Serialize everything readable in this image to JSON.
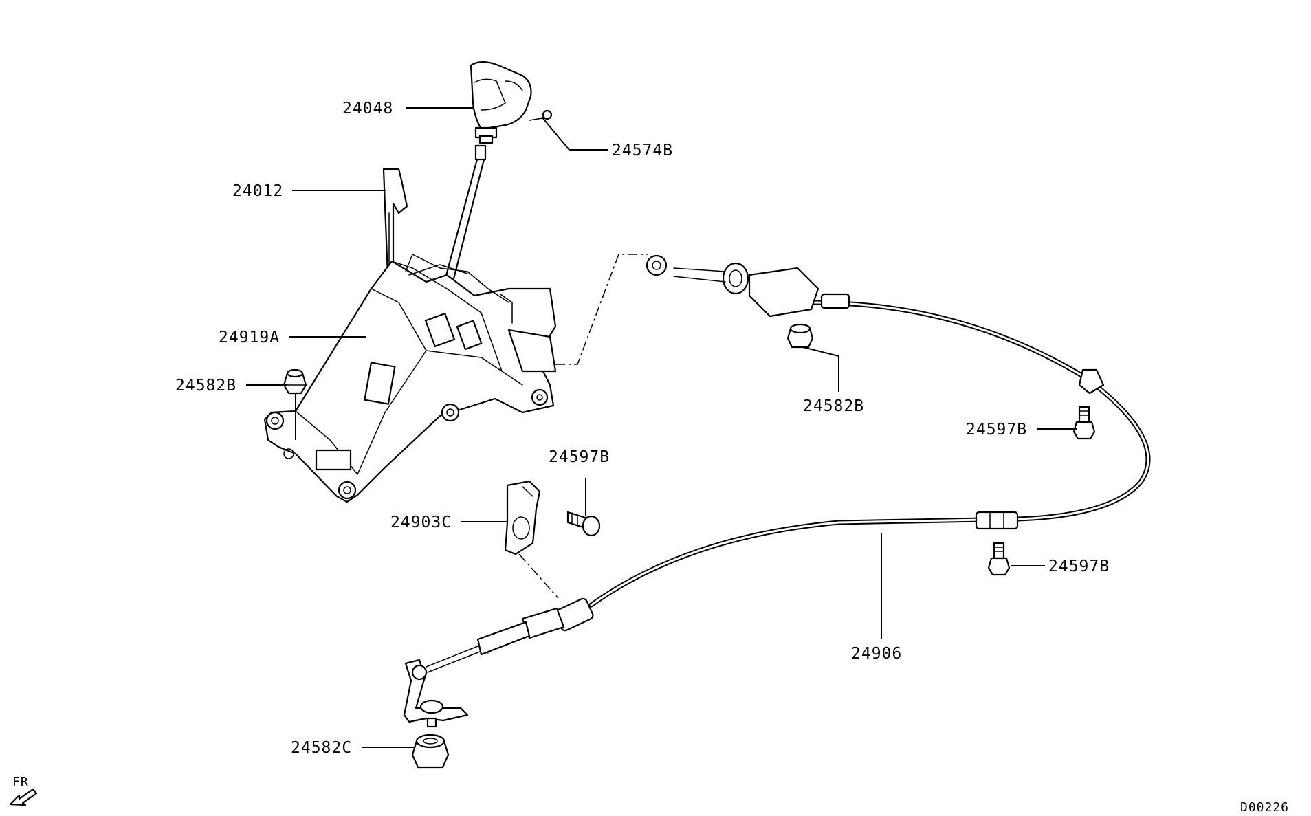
{
  "labels": {
    "p24048": "24048",
    "p24574B": "24574B",
    "p24012": "24012",
    "p24919A": "24919A",
    "p24582B_left": "24582B",
    "p24582B_right": "24582B",
    "p24597B_right": "24597B",
    "p24597B_mid": "24597B",
    "p24597B_lower": "24597B",
    "p24903C": "24903C",
    "p24906": "24906",
    "p24582C": "24582C"
  },
  "front_indicator": "FR",
  "diagram_code": "D00226"
}
